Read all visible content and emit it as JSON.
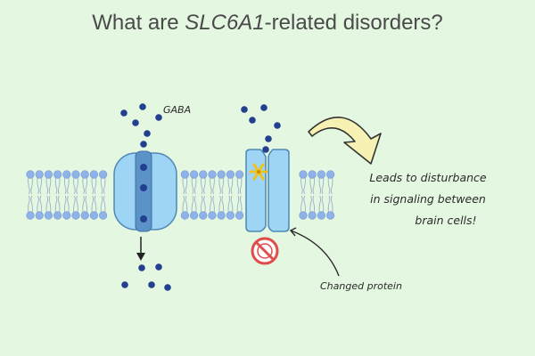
{
  "title": {
    "prefix": "What are ",
    "gene": "SLC6A1",
    "suffix": "-related disorders?"
  },
  "labels": {
    "gaba": "GABA",
    "changed_protein": "Changed protein",
    "effect_line1": "Leads to disturbance",
    "effect_line2": "in signaling between",
    "effect_line3": "brain cells!"
  },
  "colors": {
    "background": "#e4f7e1",
    "membrane_bead": "#8fb2e8",
    "membrane_tail": "#9bb0c9",
    "transporter_fill": "#9ed4f4",
    "transporter_stroke": "#4f88b6",
    "channel_fill": "#5b93c8",
    "gaba_dot": "#233f8f",
    "arrow_fill": "#f7f2b3",
    "arrow_stroke": "#333333",
    "star": "#f2c21a",
    "no_sign": "#e04b4b"
  },
  "icons": {
    "mutation": "asterisk-star-icon",
    "blocked": "no-entry-sign-icon",
    "arrow": "curved-arrow-icon"
  }
}
